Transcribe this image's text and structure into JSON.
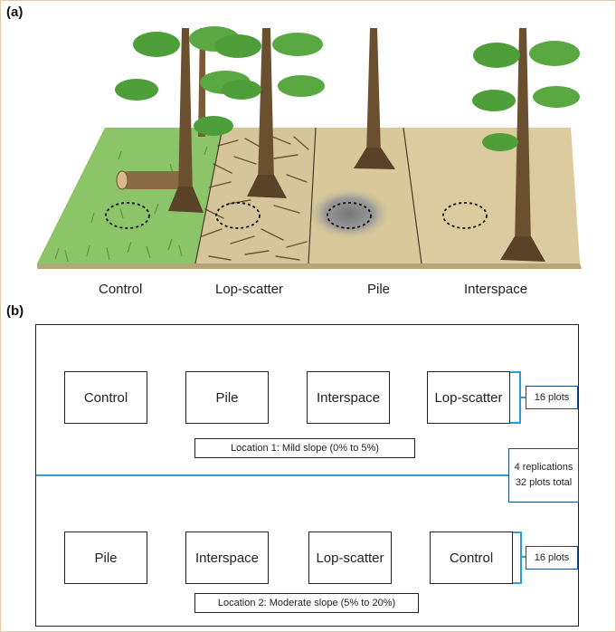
{
  "panel_a": {
    "label": "(a)",
    "captions": [
      "Control",
      "Lop-scatter",
      "Pile",
      "Interspace"
    ]
  },
  "panel_b": {
    "label": "(b)",
    "row1": {
      "treatments": [
        "Control",
        "Pile",
        "Interspace",
        "Lop-scatter"
      ],
      "location_label": "Location 1: Mild slope (0% to 5%)",
      "plots_label": "16 plots"
    },
    "row2": {
      "treatments": [
        "Pile",
        "Interspace",
        "Lop-scatter",
        "Control"
      ],
      "location_label": "Location 2: Moderate slope (5% to 20%)",
      "plots_label": "16 plots"
    },
    "replications": {
      "line1": "4 replications",
      "line2": "32 plots total"
    }
  },
  "colors": {
    "connector": "#2a9fd6",
    "grass": "#8cc46a",
    "bare_soil": "#d9c89a",
    "tree_trunk": "#6b5030",
    "foliage": "#4e9e3a"
  }
}
